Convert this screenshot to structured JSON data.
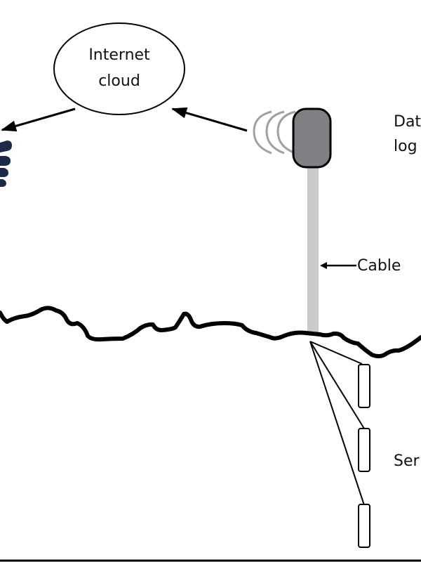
{
  "diagram": {
    "title": "",
    "nodes": {
      "internet_cloud": {
        "label_line1": "Internet",
        "label_line2": "cloud"
      },
      "data_logger": {
        "label_line1": "Dat",
        "label_line2": "log"
      },
      "cable": {
        "label": "Cable"
      },
      "sensors": {
        "label": "Ser",
        "count": 3
      },
      "user_device": {
        "label": ""
      }
    },
    "edges": [
      {
        "from": "data_logger",
        "to": "internet_cloud",
        "type": "wireless-arrow"
      },
      {
        "from": "internet_cloud",
        "to": "user_device",
        "type": "arrow"
      },
      {
        "from": "cable",
        "to": "data_logger",
        "type": "cable"
      },
      {
        "from": "cable",
        "to": "sensors",
        "type": "wires"
      }
    ],
    "colors": {
      "logger_fill": "#7f8083",
      "cable": "#c8c9cb",
      "waves": "#a0a1a3",
      "device": "#1b2a47",
      "line": "#000000"
    }
  }
}
